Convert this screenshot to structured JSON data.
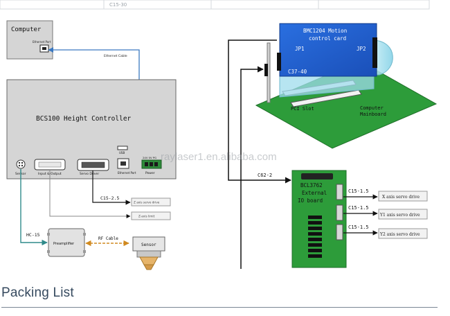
{
  "table_stub": {
    "cell_text": "C15-30"
  },
  "computer": {
    "title": "Computer",
    "port_label": "Ethernet Port"
  },
  "ethernet_cable_label": "Ethernet Cable",
  "controller": {
    "title": "BCS100 Height Controller",
    "ports": {
      "sensor": "Sensor",
      "io": "Input & Output",
      "servo": "Servo Driver",
      "ethernet": "Ethernet Port",
      "usb": "USB",
      "power": "Power",
      "power_pins": "24V 0V PG"
    }
  },
  "servo_cable_label": "C15-2.5",
  "z_axis_drive": "Z axis servo drive",
  "z_axis_limit": "Z-axis limit",
  "hc_label": "HC-15",
  "preamp_label": "Preamplifier",
  "rf_cable_label": "RF Cable",
  "sensor_label": "Sensor",
  "watermark": "raylaser1.en.alibaba.com",
  "motion_card": {
    "title": "BMC1204 Motion",
    "subtitle": "control card",
    "jp1": "JP1",
    "jp2": "JP2",
    "cable": "C37-40"
  },
  "mainboard": {
    "slot": "PCI Slot",
    "computer": "Computer",
    "mainboard": "Mainboard"
  },
  "c62_label": "C62-2",
  "io_board": {
    "line1": "BCL3762",
    "line2": "External",
    "line3": "IO board"
  },
  "drives": [
    {
      "cable": "C15-1.5",
      "label": "X axis servo drive"
    },
    {
      "cable": "C15-1.5",
      "label": "Y1 axis servo drive"
    },
    {
      "cable": "C15-1.5",
      "label": "Y2 axis servo drive"
    }
  ],
  "section_heading": "Packing List",
  "colors": {
    "card_blue": "#1f5fd0",
    "board_green": "#2d9c3a",
    "cable_blue": "#3a78c0",
    "teal": "#2f8a8a",
    "orange": "#e0a23a"
  }
}
